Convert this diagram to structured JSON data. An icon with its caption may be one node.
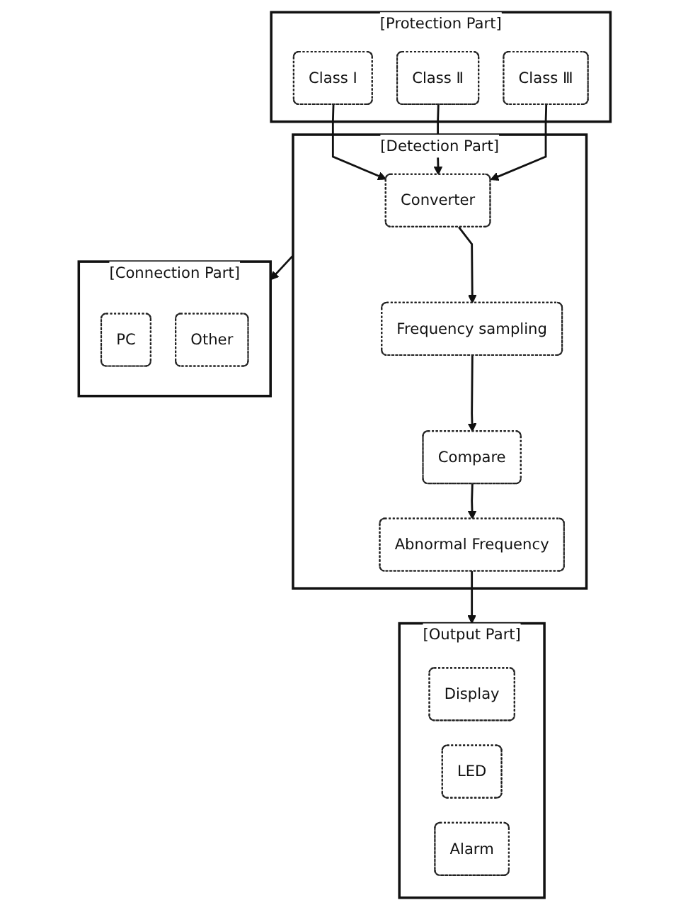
{
  "diagram": {
    "nodes": [
      {
        "text": [
          "[Protection Part]"
        ]
      },
      {
        "text": [
          "Class Ⅰ"
        ],
        "in": 0
      },
      {
        "text": [
          "Class Ⅱ"
        ],
        "in": 0
      },
      {
        "text": [
          "Class Ⅲ"
        ],
        "in": 0
      },
      {
        "text": [
          "[Detection Part]"
        ]
      },
      {
        "text": [
          "Converter"
        ],
        "in": 4
      },
      {
        "text": [
          "Frequency sampling"
        ],
        "in": 4
      },
      {
        "text": [
          "Compare"
        ],
        "in": 4
      },
      {
        "text": [
          "Abnormal Frequency"
        ],
        "in": 4
      },
      {
        "text": [
          "[Connection Part]"
        ]
      },
      {
        "text": [
          "PC"
        ],
        "in": 9
      },
      {
        "text": [
          "Other"
        ],
        "in": 9
      },
      {
        "text": [
          "[Output Part]"
        ]
      },
      {
        "text": [
          "Display"
        ],
        "in": 12
      },
      {
        "text": [
          "LED"
        ],
        "in": 12
      },
      {
        "text": [
          "Alarm"
        ],
        "in": 12
      }
    ],
    "edges": [
      {
        "from": 1,
        "to": 5,
        "arrow": "to"
      },
      {
        "from": 2,
        "to": 5,
        "arrow": "to"
      },
      {
        "from": 3,
        "to": 5,
        "arrow": "to"
      },
      {
        "from": 5,
        "to": 6,
        "arrow": "to"
      },
      {
        "from": 6,
        "to": 7,
        "arrow": "to"
      },
      {
        "from": 7,
        "to": 8,
        "arrow": "to"
      },
      {
        "from": 4,
        "to": 9,
        "arrow": "to"
      },
      {
        "from": 8,
        "to": 12,
        "arrow": "to"
      }
    ]
  }
}
